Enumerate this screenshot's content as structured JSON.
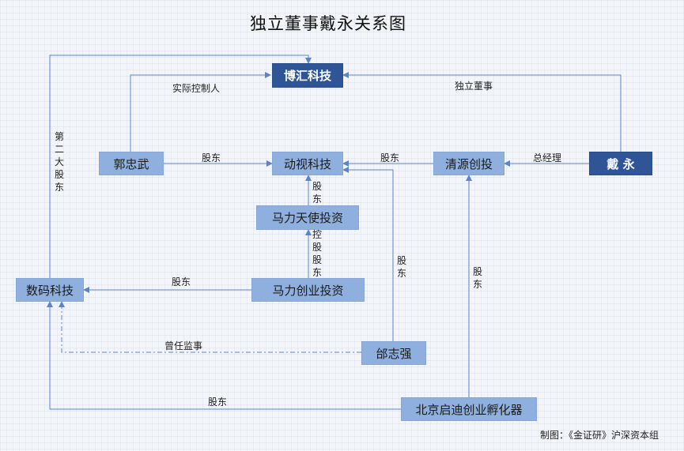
{
  "title": "独立董事戴永关系图",
  "nodes": {
    "bohui": "博汇科技",
    "dongshi": "动视科技",
    "guozhongwu": "郭忠武",
    "qingyuan": "清源创投",
    "daiyong": "戴 永",
    "malitianshi": "马力天使投资",
    "malichuangye": "马力创业投资",
    "shuma": "数码科技",
    "qizhiqiang": "邰志强",
    "beijingqidi": "北京启迪创业孵化器"
  },
  "edges": {
    "shiji_kongzhi": "实际控制人",
    "duli_dongshi": "独立董事",
    "guo_to_dongshi": "股东",
    "qingyuan_to_dongshi": "股东",
    "zongjingli": "总经理",
    "malitianshi_to_dongshi": "股东",
    "konggu_gudong": "控股股东",
    "mali_to_shuma": "股东",
    "qi_to_dongshi": "股东",
    "beijing_to_qingyuan": "股东",
    "dier_dagudong": "第二大股东",
    "zengren_jianshi": "曾任监事",
    "beijing_to_shuma": "股东"
  },
  "footer": "制图：《金证研》沪深资本组",
  "colors": {
    "node": "#8fb0de",
    "node_dark": "#2f5597",
    "line": "#5b86c5"
  }
}
